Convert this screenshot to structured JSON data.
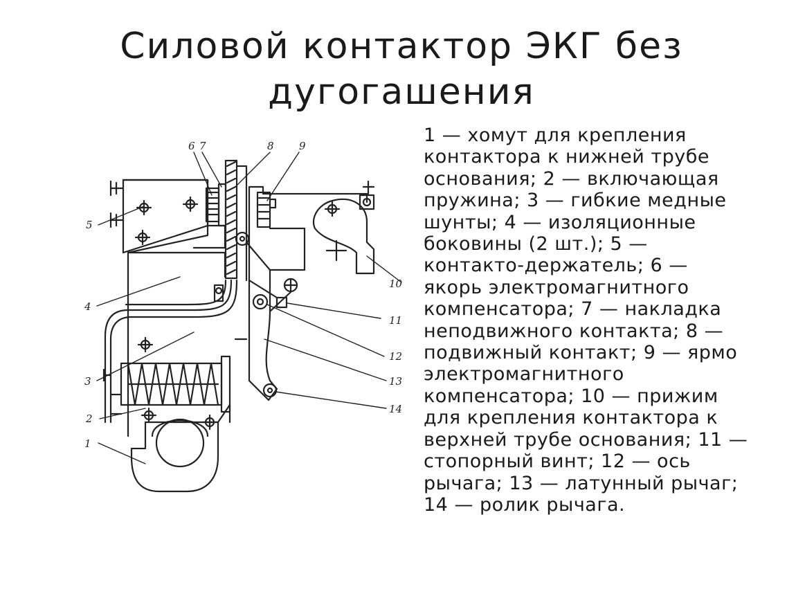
{
  "slide": {
    "title_line1": "Силовой контактор ЭКГ без",
    "title_line2": "дугогашения",
    "caption": "1 — хомут для крепления контактора к нижней трубе основания; 2 — включающая пружина; 3 — гибкие медные шунты; 4 — изоляционные боковины (2 шт.); 5 — контакто-держатель; 6 — якорь электромагнитного компенсатора; 7 — накладка неподвижного контакта; 8 — подвижный контакт; 9 — ярмо электромагнитного компенсатора; 10 — прижим для крепления контактора к верхней трубе основания; 11 — стопорный винт; 12 — ось рычага; 13 — латунный рычаг; 14 — ролик рычага."
  },
  "figure": {
    "labels": [
      "1",
      "2",
      "3",
      "4",
      "5",
      "6",
      "7",
      "8",
      "9",
      "10",
      "11",
      "12",
      "13",
      "14"
    ]
  }
}
